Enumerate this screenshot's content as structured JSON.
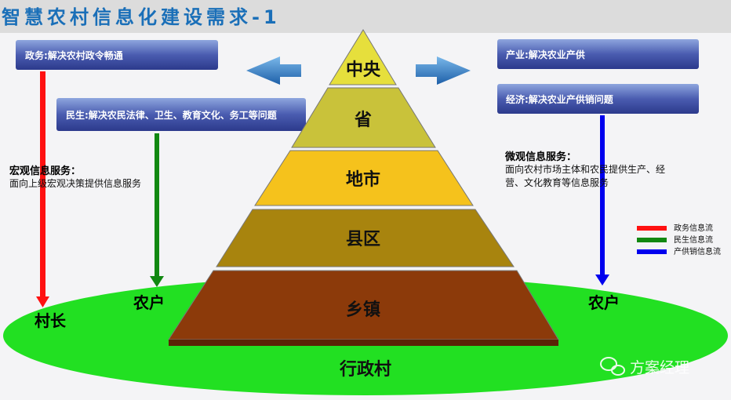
{
  "title": "智慧农村信息化建设需求-1",
  "boxes": {
    "gov": "政务:解决农村政令畅通",
    "livelihood": "民生:解决农民法律、卫生、教育文化、务工等问题",
    "industry": "产业:解决农业产供",
    "economy": "经济:解决农业产供销问题"
  },
  "levels": [
    "中央",
    "省",
    "地市",
    "县区",
    "乡镇"
  ],
  "base": "行政村",
  "macro": {
    "heading": "宏观信息服务：",
    "body": "面向上级宏观决策提供信息服务"
  },
  "micro": {
    "heading": "微观信息服务：",
    "body_line1": "面向农村市场主体和农民提供生产、经",
    "body_line2": "营、文化教育等信息服务"
  },
  "labels": {
    "village_head": "村长",
    "farmer_left": "农户",
    "farmer_right": "农户"
  },
  "legend": [
    {
      "label": "政务信息流",
      "color": "#ff1111"
    },
    {
      "label": "民生信息流",
      "color": "#118811"
    },
    {
      "label": "产供销信息流",
      "color": "#0000ee"
    }
  ],
  "watermark": "方案经理"
}
